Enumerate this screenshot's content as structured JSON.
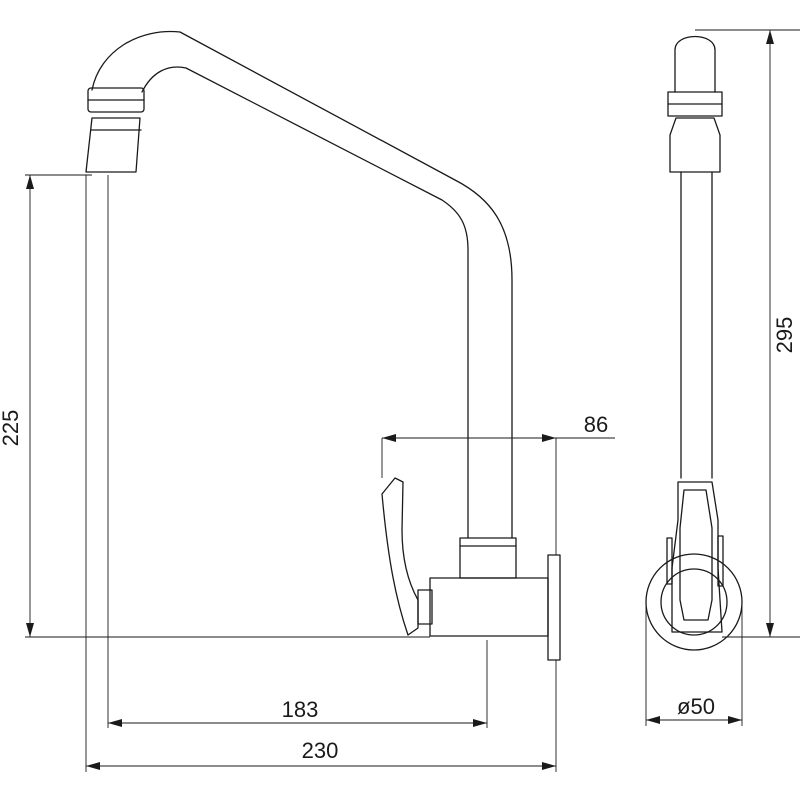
{
  "dimensions": {
    "height_225": "225",
    "height_295": "295",
    "width_86": "86",
    "width_183": "183",
    "width_230": "230",
    "diameter_50": "ø50"
  }
}
